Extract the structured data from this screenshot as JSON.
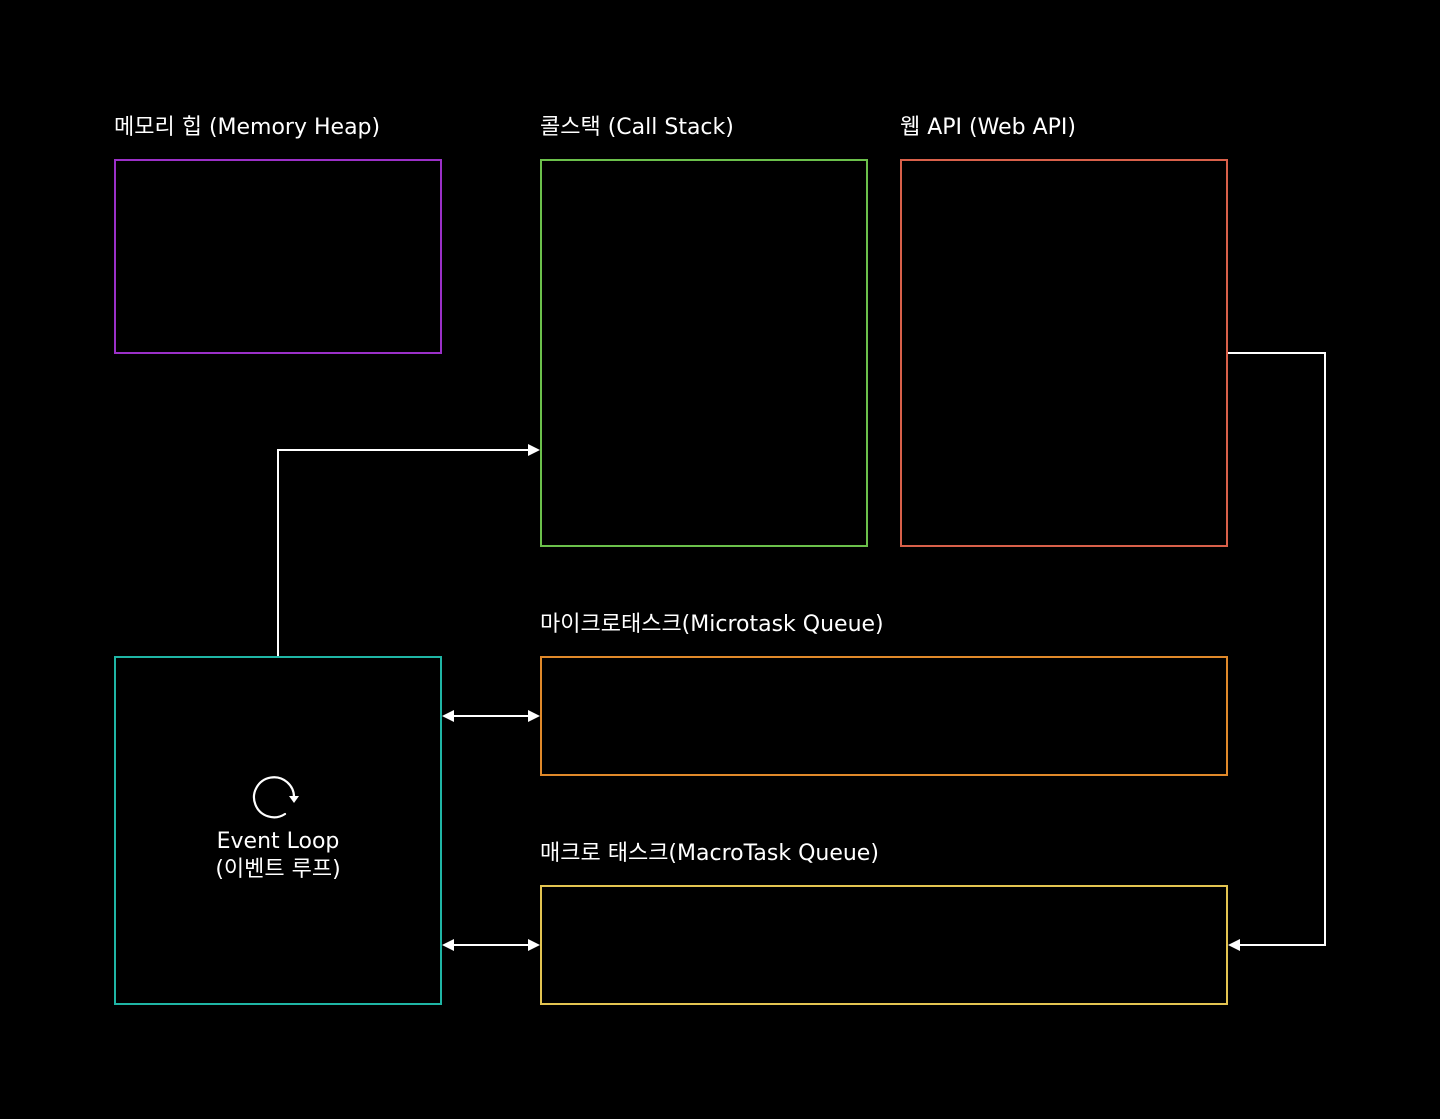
{
  "diagram": {
    "memory_heap": {
      "label": "메모리 힙 (Memory Heap)",
      "color": "#9b30c8"
    },
    "call_stack": {
      "label": "콜스택 (Call Stack)",
      "color": "#6bc04b"
    },
    "web_api": {
      "label": "웹 API (Web API)",
      "color": "#d9604a"
    },
    "microtask_queue": {
      "label": "마이크로태스크(Microtask Queue)",
      "color": "#e0892a"
    },
    "macrotask_queue": {
      "label": "매크로 태스크(MacroTask Queue)",
      "color": "#e3c451"
    },
    "event_loop": {
      "line1": "Event Loop",
      "line2": "(이벤트 루프)",
      "color": "#1fb5a5",
      "icon": "loop-arrow-icon"
    },
    "connectors": [
      {
        "from": "event_loop",
        "to": "call_stack",
        "direction": "forward"
      },
      {
        "from": "event_loop",
        "to": "microtask_queue",
        "direction": "both"
      },
      {
        "from": "event_loop",
        "to": "macrotask_queue",
        "direction": "both"
      },
      {
        "from": "web_api",
        "to": "macrotask_queue",
        "direction": "forward"
      }
    ],
    "connector_color": "#ffffff"
  }
}
